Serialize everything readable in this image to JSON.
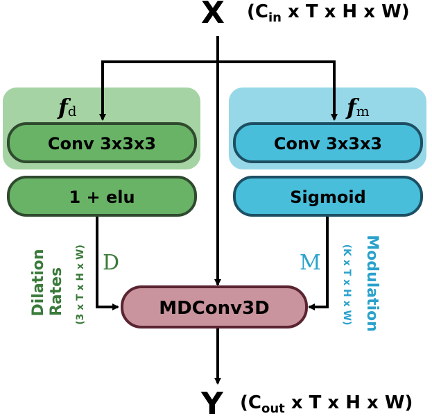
{
  "input": {
    "symbol": "X",
    "shape_open": "(C",
    "shape_sub": "in",
    "shape_rest": " x T x H x W)"
  },
  "output": {
    "symbol": "Y",
    "shape_open": "(C",
    "shape_sub": "out",
    "shape_rest": " x T x H x W)"
  },
  "left_branch": {
    "func_symbol": "f",
    "func_sub": "d",
    "conv_label": "Conv 3x3x3",
    "activation_label": "1 + elu",
    "output_symbol": "D",
    "side_title_1": "Dilation",
    "side_title_2": "Rates",
    "side_shape": "(3 x T x H x W)"
  },
  "right_branch": {
    "func_symbol": "f",
    "func_sub": "m",
    "conv_label": "Conv 3x3x3",
    "activation_label": "Sigmoid",
    "output_symbol": "M",
    "side_title": "Modulation",
    "side_shape": "(K x T x H x W)"
  },
  "center": {
    "label": "MDConv3D"
  },
  "colors": {
    "left_bg": "#a5d3a3",
    "left_fill": "#69b367",
    "left_stroke": "#2f4a2e",
    "left_text": "#3a7a3a",
    "right_bg": "#97d8e8",
    "right_fill": "#48bedb",
    "right_stroke": "#1d4f63",
    "right_text": "#2aa2cb",
    "center_fill": "#c9949d",
    "center_stroke": "#5a2430"
  }
}
